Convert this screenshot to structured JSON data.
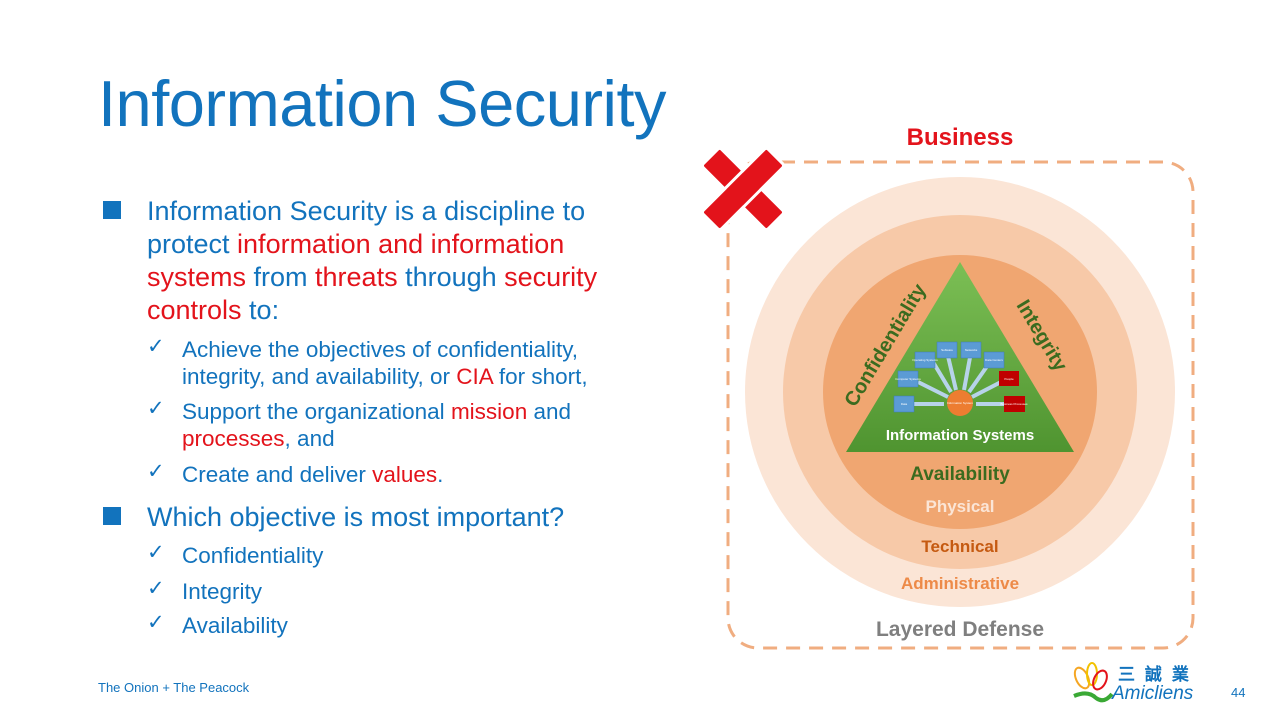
{
  "title": "Information Security",
  "bullets": {
    "main1": {
      "line1": "Information Security is a discipline to",
      "line2_a": "protect ",
      "line2_b": "information and information",
      "line3_a": "systems",
      "line3_b": " from ",
      "line3_c": "threats",
      "line3_d": " through ",
      "line3_e": "security",
      "line4_a": "controls",
      "line4_b": " to:"
    },
    "sub1": {
      "line1": "Achieve the objectives of confidentiality,",
      "line2_a": "integrity, and availability, or ",
      "line2_b": "CIA",
      "line2_c": " for short,"
    },
    "sub2": {
      "line1_a": "Support the organizational ",
      "line1_b": "mission",
      "line1_c": " and",
      "line2_a": "processes",
      "line2_b": ",  and"
    },
    "sub3": {
      "a": "Create and deliver ",
      "b": "values",
      "c": "."
    },
    "main2": "Which objective is most important?",
    "options": [
      "Confidentiality",
      "Integrity",
      "Availability"
    ]
  },
  "diagram": {
    "business": "Business",
    "layered_defense": "Layered Defense",
    "administrative": "Administrative",
    "technical": "Technical",
    "physical": "Physical",
    "availability": "Availability",
    "confidentiality": "Confidentiality",
    "integrity": "Integrity",
    "information_systems": "Information Systems",
    "center": "Information System",
    "components": [
      "Data",
      "Computer Systems",
      "Operating Systems",
      "Software",
      "Networks",
      "Data Centers",
      "People",
      "Business Processes"
    ],
    "cross_icon": "red-x-icon",
    "colors": {
      "outer": "#fbe5d6",
      "middle": "#f7c9a8",
      "inner": "#f0a671",
      "triangle": "#5ea33b",
      "red": "#e3131b",
      "dash": "#f0ad80"
    }
  },
  "footer": {
    "source": "The Onion + The Peacock",
    "page": "44",
    "logo_text_cn": "三 誠 業",
    "logo_text_en": "Amicliens"
  }
}
